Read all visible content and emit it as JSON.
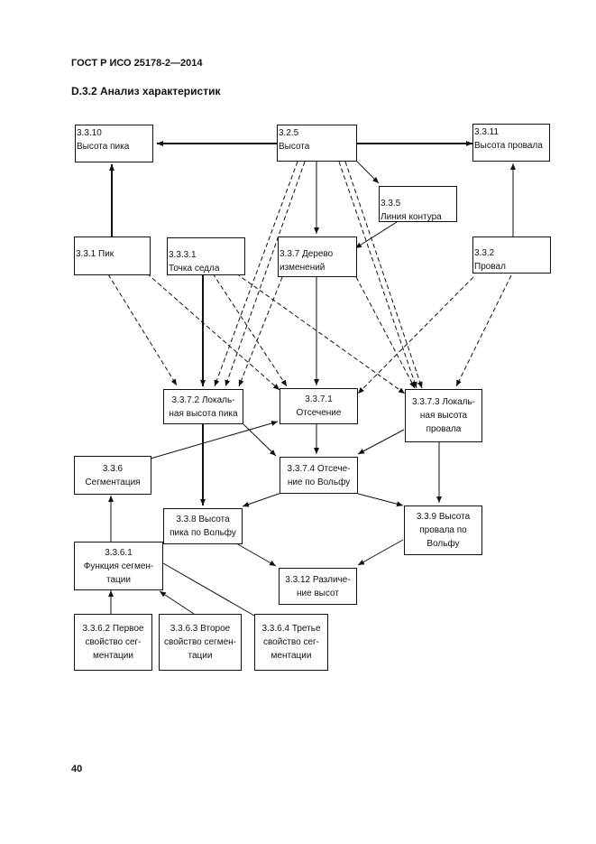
{
  "header": {
    "standard": "ГОСТ Р ИСО 25178-2—2014"
  },
  "section": {
    "title": "D.3.2 Анализ характеристик"
  },
  "page_number": "40",
  "nodes": {
    "peak_height": {
      "text": "3.3.10\nВысота пика"
    },
    "height": {
      "text": "3.2.5\nВысота"
    },
    "pit_height": {
      "text": "3.3.11\nВысота провала"
    },
    "contour_line": {
      "text": "3.3.5\nЛиния контура"
    },
    "peak": {
      "text": "3.3.1 Пик"
    },
    "saddle_point": {
      "text": "3.3.3.1\nТочка седла"
    },
    "change_tree": {
      "text": "3.3.7 Дерево\nизменений"
    },
    "pit": {
      "text": "3.3.2\nПровал"
    },
    "local_peak_height": {
      "text": "3.3.7.2 Локаль-\nная высота пика"
    },
    "cut": {
      "text": "3.3.7.1\nОтсечение"
    },
    "local_pit_height": {
      "text": "3.3.7.3 Локаль-\nная высота\nпровала"
    },
    "segmentation": {
      "text": "3.3.6\nСегментация"
    },
    "wolf_pruning": {
      "text": "3.3.7.4 Отсече-\nние по Вольфу"
    },
    "wolf_peak_height": {
      "text": "3.3.8 Высота\nпика по Вольфу"
    },
    "wolf_pit_height": {
      "text": "3.3.9 Высота\nпровала по\nВольфу"
    },
    "seg_function": {
      "text": "3.3.6.1\nФункция сегмен-\nтации"
    },
    "height_diff": {
      "text": "3.3.12 Различе-\nние высот"
    },
    "seg_prop_1": {
      "text": "3.3.6.2 Первое\nсвойство сег-\nментации"
    },
    "seg_prop_2": {
      "text": "3.3.6.3 Второе\nсвойство сегмен-\nтации"
    },
    "seg_prop_3": {
      "text": "3.3.6.4 Третье\nсвойство сег-\nментации"
    }
  }
}
